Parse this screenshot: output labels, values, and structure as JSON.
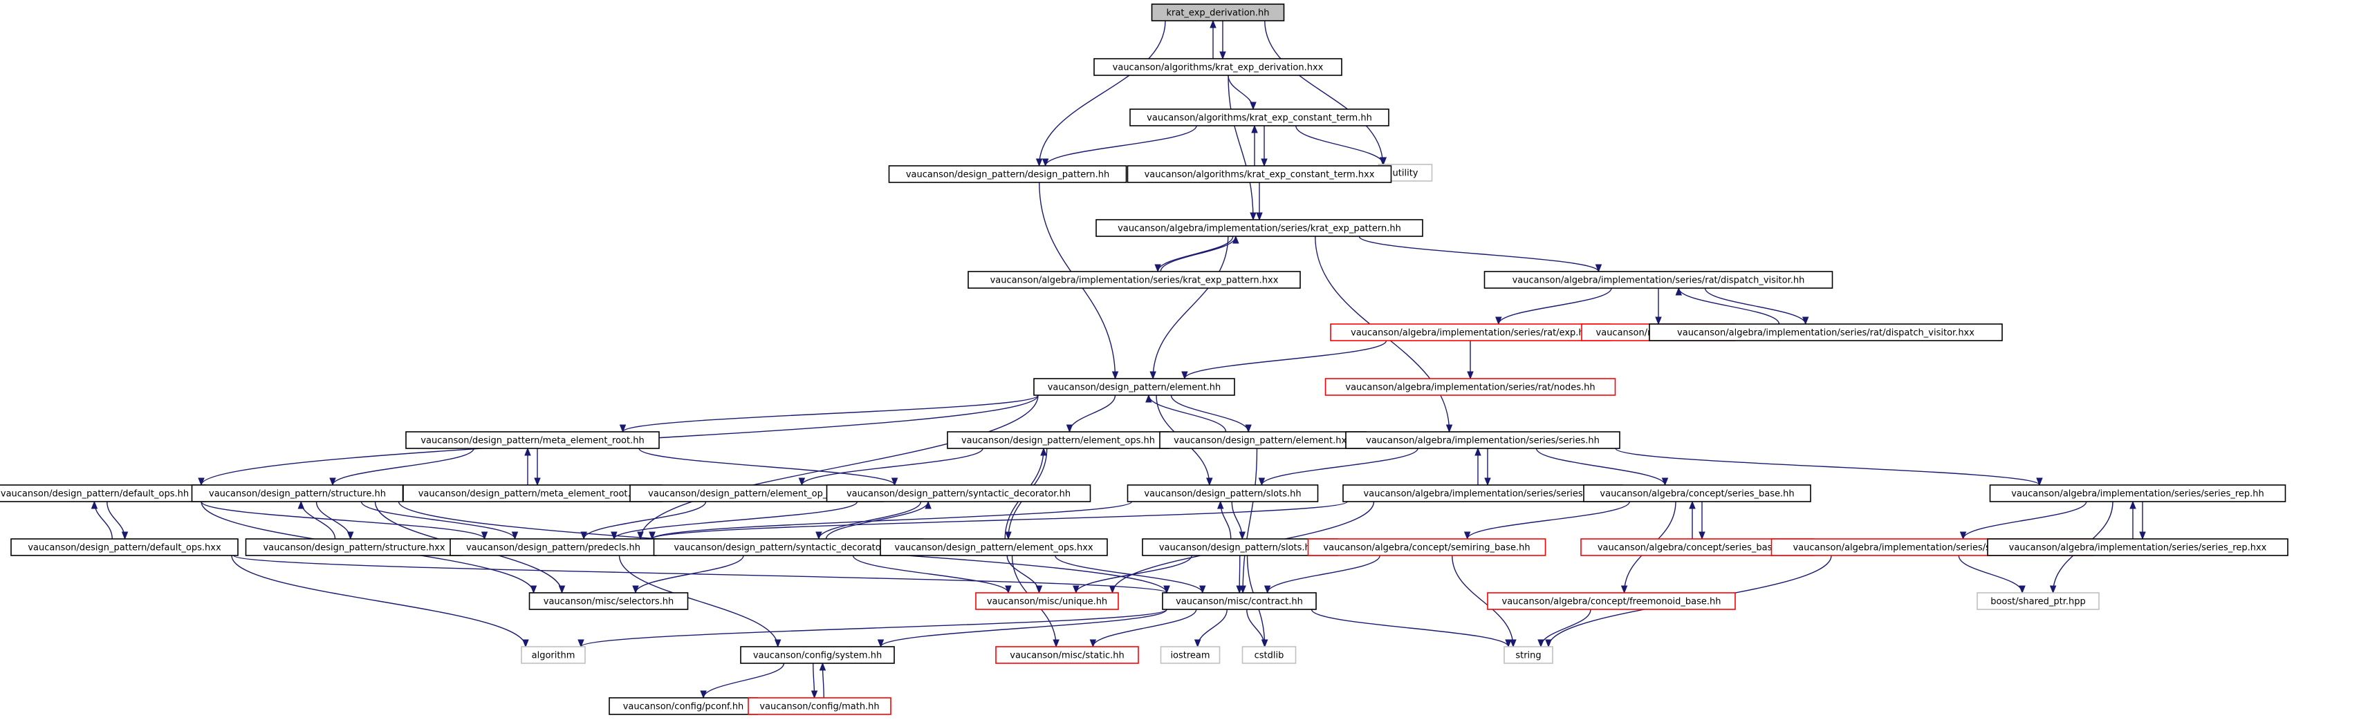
{
  "colors": {
    "edge": "#191970",
    "normal_border": "#000000",
    "normal_fill": "#ffffff",
    "focus_fill": "#bfbfbf",
    "truncated_border": "#ff0000",
    "external_border": "#c0c0c0"
  },
  "nodes": [
    {
      "id": "n_kedhh",
      "label": "krat_exp_derivation.hh",
      "kind": "focus"
    },
    {
      "id": "n_kedhxx",
      "label": "vaucanson/algorithms/krat_exp_derivation.hxx",
      "kind": "normal"
    },
    {
      "id": "n_kecthh",
      "label": "vaucanson/algorithms/krat_exp_constant_term.hh",
      "kind": "normal"
    },
    {
      "id": "n_utility",
      "label": "utility",
      "kind": "external"
    },
    {
      "id": "n_dp",
      "label": "vaucanson/design_pattern/design_pattern.hh",
      "kind": "normal"
    },
    {
      "id": "n_kecthxx",
      "label": "vaucanson/algorithms/krat_exp_constant_term.hxx",
      "kind": "normal"
    },
    {
      "id": "n_kephh",
      "label": "vaucanson/algebra/implementation/series/krat_exp_pattern.hh",
      "kind": "normal"
    },
    {
      "id": "n_kephxx",
      "label": "vaucanson/algebra/implementation/series/krat_exp_pattern.hxx",
      "kind": "normal"
    },
    {
      "id": "n_dvhh",
      "label": "vaucanson/algebra/implementation/series/rat/dispatch_visitor.hh",
      "kind": "normal"
    },
    {
      "id": "n_exphh",
      "label": "vaucanson/algebra/implementation/series/rat/exp.hh",
      "kind": "truncated"
    },
    {
      "id": "n_deferrer",
      "label": "vaucanson/misc/deferrer.hh",
      "kind": "truncated"
    },
    {
      "id": "n_dvhxx",
      "label": "vaucanson/algebra/implementation/series/rat/dispatch_visitor.hxx",
      "kind": "normal"
    },
    {
      "id": "n_nodes",
      "label": "vaucanson/algebra/implementation/series/rat/nodes.hh",
      "kind": "truncated"
    },
    {
      "id": "n_elemhh",
      "label": "vaucanson/design_pattern/element.hh",
      "kind": "normal"
    },
    {
      "id": "n_merhh",
      "label": "vaucanson/design_pattern/meta_element_root.hh",
      "kind": "normal"
    },
    {
      "id": "n_eopshh",
      "label": "vaucanson/design_pattern/element_ops.hh",
      "kind": "normal"
    },
    {
      "id": "n_elemhxx",
      "label": "vaucanson/design_pattern/element.hxx",
      "kind": "normal"
    },
    {
      "id": "n_serieshh",
      "label": "vaucanson/algebra/implementation/series/series.hh",
      "kind": "normal"
    },
    {
      "id": "n_dopshh",
      "label": "vaucanson/design_pattern/default_ops.hh",
      "kind": "normal"
    },
    {
      "id": "n_structhh",
      "label": "vaucanson/design_pattern/structure.hh",
      "kind": "normal"
    },
    {
      "id": "n_merhxx",
      "label": "vaucanson/design_pattern/meta_element_root.hxx",
      "kind": "normal"
    },
    {
      "id": "n_eoptraits",
      "label": "vaucanson/design_pattern/element_op_traits.hh",
      "kind": "normal"
    },
    {
      "id": "n_sdhh",
      "label": "vaucanson/design_pattern/syntactic_decorator.hh",
      "kind": "normal"
    },
    {
      "id": "n_slotshh",
      "label": "vaucanson/design_pattern/slots.hh",
      "kind": "normal"
    },
    {
      "id": "n_serieshxx",
      "label": "vaucanson/algebra/implementation/series/series.hxx",
      "kind": "normal"
    },
    {
      "id": "n_sbhh",
      "label": "vaucanson/algebra/concept/series_base.hh",
      "kind": "normal"
    },
    {
      "id": "n_srephh",
      "label": "vaucanson/algebra/implementation/series/series_rep.hh",
      "kind": "normal"
    },
    {
      "id": "n_dopshxx",
      "label": "vaucanson/design_pattern/default_ops.hxx",
      "kind": "normal"
    },
    {
      "id": "n_structhxx",
      "label": "vaucanson/design_pattern/structure.hxx",
      "kind": "normal"
    },
    {
      "id": "n_predecls",
      "label": "vaucanson/design_pattern/predecls.hh",
      "kind": "normal"
    },
    {
      "id": "n_sdhxx",
      "label": "vaucanson/design_pattern/syntactic_decorator.hxx",
      "kind": "normal"
    },
    {
      "id": "n_eopshxx",
      "label": "vaucanson/design_pattern/element_ops.hxx",
      "kind": "normal"
    },
    {
      "id": "n_slotshxx",
      "label": "vaucanson/design_pattern/slots.hxx",
      "kind": "normal"
    },
    {
      "id": "n_semiring",
      "label": "vaucanson/algebra/concept/semiring_base.hh",
      "kind": "truncated"
    },
    {
      "id": "n_sbhxx",
      "label": "vaucanson/algebra/concept/series_base.hxx",
      "kind": "truncated"
    },
    {
      "id": "n_srbhh",
      "label": "vaucanson/algebra/implementation/series/series_rep_base.hh",
      "kind": "truncated"
    },
    {
      "id": "n_srephxx",
      "label": "vaucanson/algebra/implementation/series/series_rep.hxx",
      "kind": "normal"
    },
    {
      "id": "n_selectors",
      "label": "vaucanson/misc/selectors.hh",
      "kind": "normal"
    },
    {
      "id": "n_unique",
      "label": "vaucanson/misc/unique.hh",
      "kind": "truncated"
    },
    {
      "id": "n_contract",
      "label": "vaucanson/misc/contract.hh",
      "kind": "normal"
    },
    {
      "id": "n_freemonoid",
      "label": "vaucanson/algebra/concept/freemonoid_base.hh",
      "kind": "truncated"
    },
    {
      "id": "n_sharedptr",
      "label": "boost/shared_ptr.hpp",
      "kind": "external"
    },
    {
      "id": "n_algorithm",
      "label": "algorithm",
      "kind": "external"
    },
    {
      "id": "n_system",
      "label": "vaucanson/config/system.hh",
      "kind": "normal"
    },
    {
      "id": "n_static",
      "label": "vaucanson/misc/static.hh",
      "kind": "truncated"
    },
    {
      "id": "n_iostream",
      "label": "iostream",
      "kind": "external"
    },
    {
      "id": "n_cstdlib",
      "label": "cstdlib",
      "kind": "external"
    },
    {
      "id": "n_string",
      "label": "string",
      "kind": "external"
    },
    {
      "id": "n_pconf",
      "label": "vaucanson/config/pconf.hh",
      "kind": "normal"
    },
    {
      "id": "n_math",
      "label": "vaucanson/config/math.hh",
      "kind": "truncated"
    }
  ],
  "edges": [
    [
      "n_kedhh",
      "n_kedhxx"
    ],
    [
      "n_kedhxx",
      "n_kedhh"
    ],
    [
      "n_kedhh",
      "n_dp"
    ],
    [
      "n_kedhh",
      "n_utility"
    ],
    [
      "n_kedhxx",
      "n_kecthh"
    ],
    [
      "n_kedhxx",
      "n_kephh"
    ],
    [
      "n_kecthh",
      "n_dp"
    ],
    [
      "n_kecthh",
      "n_kecthxx"
    ],
    [
      "n_kecthxx",
      "n_kecthh"
    ],
    [
      "n_kecthh",
      "n_utility"
    ],
    [
      "n_kecthxx",
      "n_kephh"
    ],
    [
      "n_dp",
      "n_elemhh"
    ],
    [
      "n_kephh",
      "n_kephxx"
    ],
    [
      "n_kephxx",
      "n_kephh"
    ],
    [
      "n_kephh",
      "n_dvhh"
    ],
    [
      "n_kephh",
      "n_elemhh"
    ],
    [
      "n_kephh",
      "n_serieshh"
    ],
    [
      "n_dvhh",
      "n_exphh"
    ],
    [
      "n_dvhh",
      "n_deferrer"
    ],
    [
      "n_dvhh",
      "n_dvhxx"
    ],
    [
      "n_dvhxx",
      "n_dvhh"
    ],
    [
      "n_exphh",
      "n_elemhh"
    ],
    [
      "n_exphh",
      "n_nodes"
    ],
    [
      "n_elemhh",
      "n_dopshh"
    ],
    [
      "n_elemhh",
      "n_merhh"
    ],
    [
      "n_elemhh",
      "n_eopshh"
    ],
    [
      "n_elemhh",
      "n_elemhxx"
    ],
    [
      "n_elemhxx",
      "n_elemhh"
    ],
    [
      "n_elemhh",
      "n_slotshh"
    ],
    [
      "n_elemhh",
      "n_predecls"
    ],
    [
      "n_merhh",
      "n_structhh"
    ],
    [
      "n_merhh",
      "n_merhxx"
    ],
    [
      "n_merhxx",
      "n_merhh"
    ],
    [
      "n_merhh",
      "n_sdhh"
    ],
    [
      "n_eopshh",
      "n_eoptraits"
    ],
    [
      "n_eopshh",
      "n_eopshxx"
    ],
    [
      "n_eopshxx",
      "n_eopshh"
    ],
    [
      "n_elemhxx",
      "n_contract"
    ],
    [
      "n_serieshh",
      "n_slotshh"
    ],
    [
      "n_serieshh",
      "n_serieshxx"
    ],
    [
      "n_serieshxx",
      "n_serieshh"
    ],
    [
      "n_serieshh",
      "n_sbhh"
    ],
    [
      "n_serieshh",
      "n_srephh"
    ],
    [
      "n_dopshh",
      "n_dopshxx"
    ],
    [
      "n_dopshxx",
      "n_dopshh"
    ],
    [
      "n_dopshh",
      "n_predecls"
    ],
    [
      "n_dopshh",
      "n_selectors"
    ],
    [
      "n_structhh",
      "n_structhxx"
    ],
    [
      "n_structhxx",
      "n_structhh"
    ],
    [
      "n_structhh",
      "n_predecls"
    ],
    [
      "n_structhh",
      "n_selectors"
    ],
    [
      "n_structhh",
      "n_contract"
    ],
    [
      "n_eoptraits",
      "n_predecls"
    ],
    [
      "n_sdhh",
      "n_predecls"
    ],
    [
      "n_sdhh",
      "n_sdhxx"
    ],
    [
      "n_sdhxx",
      "n_sdhh"
    ],
    [
      "n_slotshh",
      "n_predecls"
    ],
    [
      "n_slotshh",
      "n_slotshxx"
    ],
    [
      "n_slotshxx",
      "n_slotshh"
    ],
    [
      "n_serieshxx",
      "n_predecls"
    ],
    [
      "n_serieshxx",
      "n_unique"
    ],
    [
      "n_sbhh",
      "n_semiring"
    ],
    [
      "n_sbhh",
      "n_sbhxx"
    ],
    [
      "n_sbhxx",
      "n_sbhh"
    ],
    [
      "n_sbhh",
      "n_freemonoid"
    ],
    [
      "n_srephh",
      "n_srbhh"
    ],
    [
      "n_srephh",
      "n_srephxx"
    ],
    [
      "n_srephxx",
      "n_srephh"
    ],
    [
      "n_srephh",
      "n_sharedptr"
    ],
    [
      "n_dopshxx",
      "n_contract"
    ],
    [
      "n_dopshxx",
      "n_algorithm"
    ],
    [
      "n_predecls",
      "n_system"
    ],
    [
      "n_sdhxx",
      "n_selectors"
    ],
    [
      "n_sdhxx",
      "n_unique"
    ],
    [
      "n_eopshxx",
      "n_unique"
    ],
    [
      "n_eopshxx",
      "n_static"
    ],
    [
      "n_eopshxx",
      "n_contract"
    ],
    [
      "n_slotshxx",
      "n_unique"
    ],
    [
      "n_slotshxx",
      "n_contract"
    ],
    [
      "n_slotshxx",
      "n_cstdlib"
    ],
    [
      "n_semiring",
      "n_contract"
    ],
    [
      "n_semiring",
      "n_string"
    ],
    [
      "n_srbhh",
      "n_sharedptr"
    ],
    [
      "n_srbhh",
      "n_string"
    ],
    [
      "n_freemonoid",
      "n_string"
    ],
    [
      "n_contract",
      "n_algorithm"
    ],
    [
      "n_contract",
      "n_system"
    ],
    [
      "n_contract",
      "n_static"
    ],
    [
      "n_contract",
      "n_iostream"
    ],
    [
      "n_contract",
      "n_cstdlib"
    ],
    [
      "n_contract",
      "n_string"
    ],
    [
      "n_system",
      "n_pconf"
    ],
    [
      "n_system",
      "n_math"
    ],
    [
      "n_math",
      "n_system"
    ]
  ]
}
